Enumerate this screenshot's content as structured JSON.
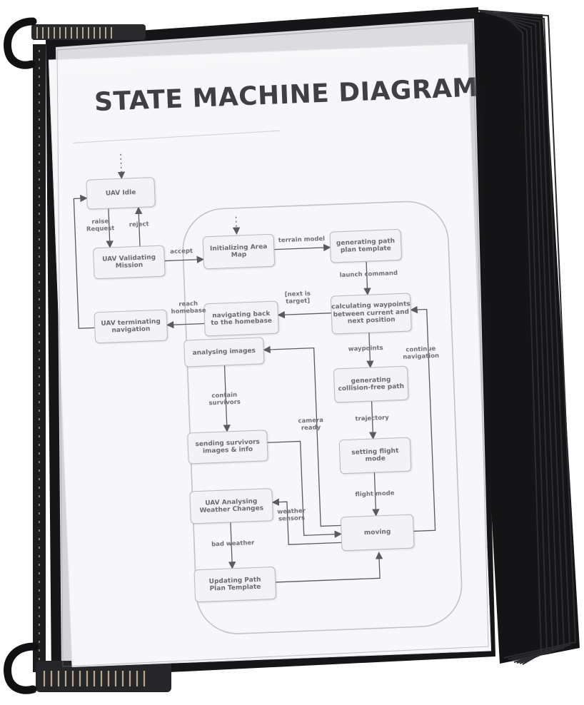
{
  "document": {
    "title": "STATE MACHINE DIAGRAM"
  },
  "states": {
    "uav_idle": "UAV Idle",
    "uav_validating_mission": "UAV Validating\nMission",
    "uav_terminating_navigation": "UAV terminating\nnavigation",
    "initializing_area_map": "Initializing Area\nMap",
    "generating_path_plan_template": "generating path\nplan template",
    "navigating_back_to_homebase": "navigating back\nto the homebase",
    "calculating_waypoints": "calculating waypoints\nbetween current and\nnext position",
    "analysing_images": "analysing images",
    "generating_collision_free_path": "generating\ncollision-free path",
    "sending_survivors_images_info": "sending survivors\nimages & info",
    "setting_flight_mode": "setting flight\nmode",
    "uav_analysing_weather_changes": "UAV Analysing\nWeather Changes",
    "moving": "moving",
    "updating_path_plan_template": "Updating Path\nPlan Template"
  },
  "transitions": {
    "raise_request": "raise\nRequest",
    "reject": "reject",
    "accept": "accept",
    "terrain_model": "terrain model",
    "launch_command": "launch command",
    "next_is_target": "[next is\ntarget]",
    "reach_homebase": "reach\nhomebase",
    "waypoints": "waypoints",
    "continue_navigation": "continue\nnavigation",
    "contain_survivors": "contain\nsurvivors",
    "camera_ready": "camera\nready",
    "trajectory": "trajectory",
    "flight_mode": "flight mode",
    "weather_sensors": "weather\nsensors",
    "bad_weather": "bad weather"
  },
  "colors": {
    "binder_frame": "#17171a",
    "sleeve_edges": "#1e1e22",
    "paper": "#f7f7f9",
    "ink": "#3f3f44",
    "diagram_lines": "#5a5a60",
    "metal_spine": "#b8a98e"
  }
}
